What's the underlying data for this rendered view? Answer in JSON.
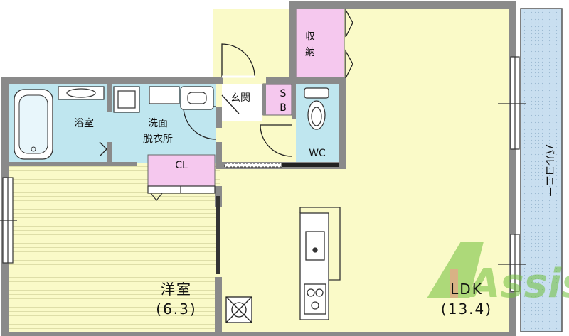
{
  "rooms": {
    "western_room": {
      "name": "洋室",
      "size": "(6.3)"
    },
    "ldk": {
      "name": "LDK",
      "size": "(13.4)"
    },
    "bath": {
      "name": "浴室"
    },
    "washroom": {
      "line1": "洗面",
      "line2": "脱衣所"
    },
    "entrance": {
      "name": "玄関"
    },
    "shoe_box": {
      "line1": "S",
      "line2": "B"
    },
    "toilet": {
      "name": "WC"
    },
    "storage": {
      "line1": "収",
      "line2": "納"
    },
    "closet": {
      "name": "CL"
    },
    "balcony": {
      "name": "バルコニー"
    }
  },
  "watermark": {
    "text": "Assist"
  },
  "colors": {
    "floor_yellow": "#fafac8",
    "wet_blue": "#bfe6ef",
    "storage_pink": "#f5c8ee",
    "balcony_blue": "#c9dff0",
    "wall_gray": "#8a8a8a",
    "watermark_green": "#6fbf3a"
  }
}
